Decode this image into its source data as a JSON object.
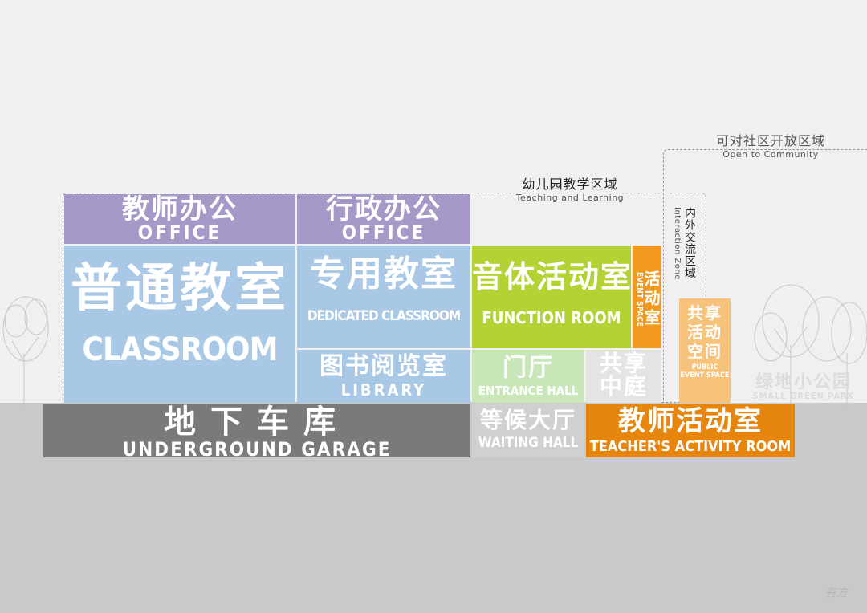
{
  "zones": {
    "teaching": {
      "cn": "幼儿园教学区域",
      "en": "Teaching and Learning"
    },
    "community": {
      "cn": "可对社区开放区域",
      "en": "Open to Community"
    },
    "interaction": {
      "cn": "内外交流区域",
      "en": "Interaction Zone"
    }
  },
  "rooms": {
    "teacher_office": {
      "cn": "教师办公",
      "en": "OFFICE"
    },
    "admin_office": {
      "cn": "行政办公",
      "en": "OFFICE"
    },
    "classroom": {
      "cn": "普通教室",
      "en": "CLASSROOM"
    },
    "dedicated": {
      "cn": "专用教室",
      "en": "DEDICATED CLASSROOM"
    },
    "function": {
      "cn": "音体活动室",
      "en": "FUNCTION ROOM"
    },
    "event": {
      "cn": "活动室",
      "en": "EVENT SPACE"
    },
    "public_event": {
      "cn": "共享活动空间",
      "en": "PUBLIC EVENT SPACE"
    },
    "library": {
      "cn": "图书阅览室",
      "en": "LIBRARY"
    },
    "entrance": {
      "cn": "门厅",
      "en": "ENTRANCE HALL"
    },
    "shared_court": {
      "cn": "共享中庭"
    },
    "garage": {
      "cn": "地下车库",
      "en": "UNDERGROUND GARAGE"
    },
    "waiting": {
      "cn": "等候大厅",
      "en": "WAITING HALL"
    },
    "teacher_activity": {
      "cn": "教师活动室",
      "en": "TEACHER'S ACTIVITY ROOM"
    },
    "park": {
      "cn": "绿地小公园",
      "en": "SMALL GREEN PARK"
    }
  },
  "watermark": "有方",
  "colors": {
    "purple": "#a699c8",
    "blue": "#a8c8e6",
    "green": "#b3d234",
    "orange": "#f39a1e",
    "orange_dark": "#e6860f",
    "light_orange": "#f7c37a",
    "light_green": "#c8e6b8",
    "grey": "#7a7a7a",
    "ground": "#c9c9c9"
  }
}
